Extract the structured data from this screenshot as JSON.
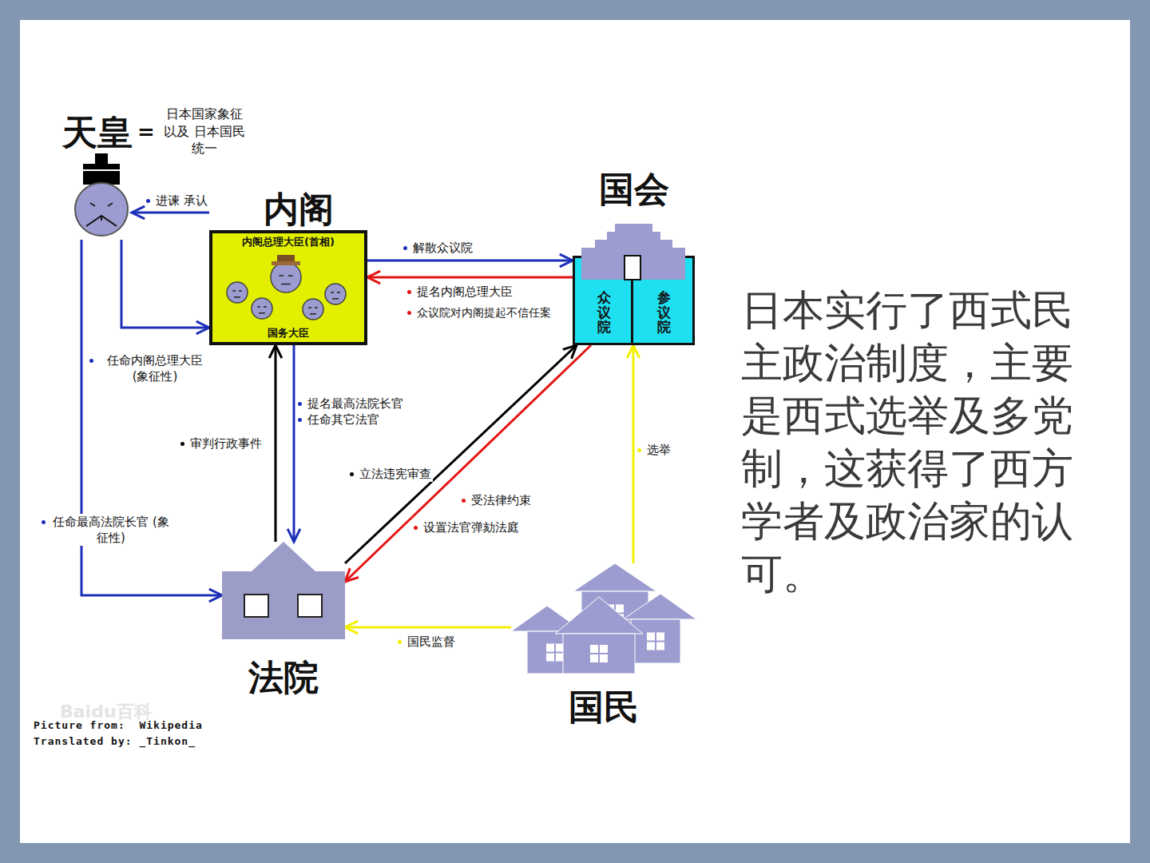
{
  "diagram": {
    "nodes": [
      {
        "text": [
          "天皇",
          "=",
          "日本国家象征 以及 日本国民统一"
        ]
      },
      {
        "text": [
          "内阁",
          "内阁总理大臣(首相)",
          "国务大臣"
        ]
      },
      {
        "text": [
          "国会"
        ]
      },
      {
        "text": [
          "众议院"
        ],
        "in": 2
      },
      {
        "text": [
          "参议院"
        ],
        "in": 2
      },
      {
        "text": [
          "法院"
        ]
      },
      {
        "text": [
          "国民"
        ]
      }
    ],
    "edges": [
      {
        "from": 1,
        "to": 0,
        "label": "进谏 承认",
        "arrow": "to"
      },
      {
        "from": 0,
        "to": 1,
        "label": "任命内阁总理大臣 (象征性)",
        "arrow": "to"
      },
      {
        "from": 0,
        "to": 5,
        "label": "任命最高法院长官 (象征性)",
        "arrow": "to"
      },
      {
        "from": 1,
        "to": 2,
        "label": "解散众议院",
        "arrow": "to"
      },
      {
        "from": 2,
        "to": 1,
        "label": "提名内阁总理大臣",
        "arrow": "to"
      },
      {
        "from": 5,
        "to": 1,
        "label": "审判行政事件",
        "arrow": "to"
      },
      {
        "from": 1,
        "to": 5,
        "label": "提名最高法院长官",
        "arrow": "to"
      },
      {
        "from": 5,
        "to": 2,
        "label": "立法违宪审查",
        "arrow": "to"
      },
      {
        "from": 2,
        "to": 5,
        "label": "受法律约束",
        "arrow": "to"
      },
      {
        "from": 6,
        "to": 2,
        "label": "选举",
        "arrow": "to"
      },
      {
        "from": 6,
        "to": 5,
        "label": "国民监督",
        "arrow": "to"
      }
    ],
    "labels": [
      "众议院对内阁提起不信任案",
      "任命其它法官",
      "设置法官弹劾法庭",
      "日本实行了西式民主政治制度，主要是西式选举及多党制，这获得了西方学者及政治家的认可。",
      "Picture from:  Wikipedia",
      "Translated by: _Tinkon_",
      "Baidu百科"
    ]
  }
}
